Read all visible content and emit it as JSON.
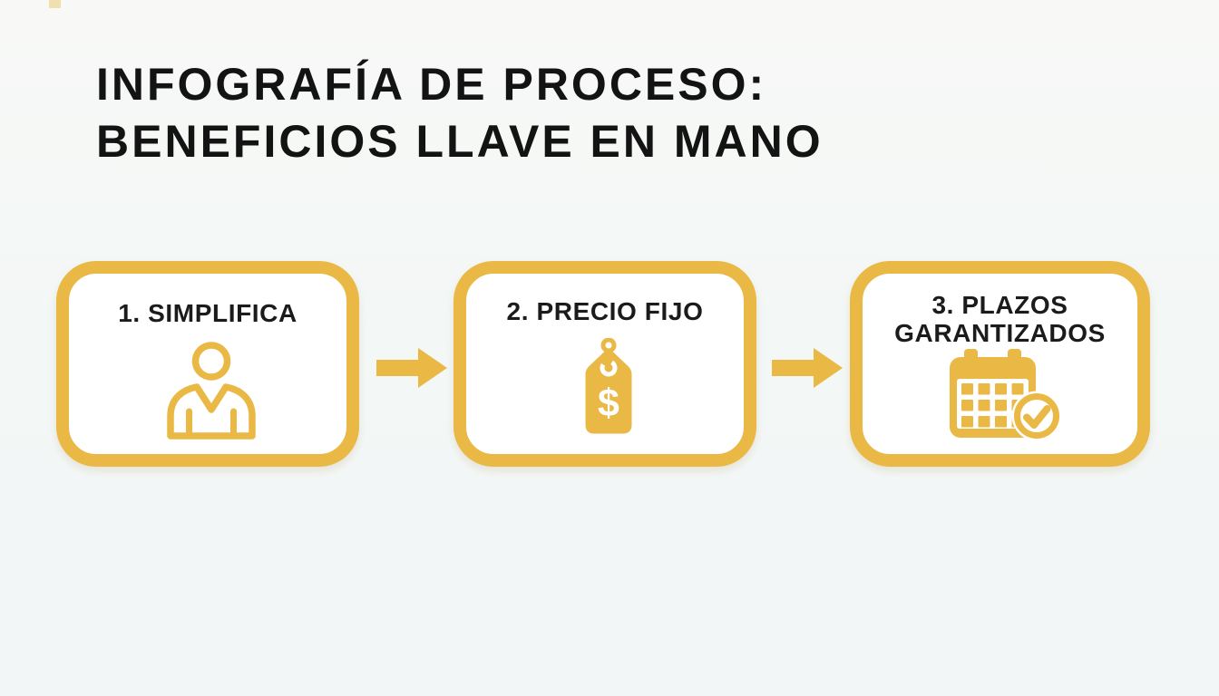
{
  "colors": {
    "accent": "#E9B845",
    "background": "#F3F6F5",
    "card_fill": "#FFFFFF",
    "text": "#141414"
  },
  "title": {
    "line1": "INFOGRAFÍA DE PROCESO:",
    "line2": "BENEFICIOS LLAVE EN MANO"
  },
  "steps": [
    {
      "label": "1. SIMPLIFICA",
      "icon": "person-icon"
    },
    {
      "label": "2. PRECIO FIJO",
      "icon": "price-tag-icon",
      "icon_symbol": "$"
    },
    {
      "label": "3. PLAZOS GARANTIZADOS",
      "icon": "calendar-check-icon"
    }
  ],
  "connectors": [
    {
      "icon": "arrow-right-icon"
    },
    {
      "icon": "arrow-right-icon"
    }
  ]
}
